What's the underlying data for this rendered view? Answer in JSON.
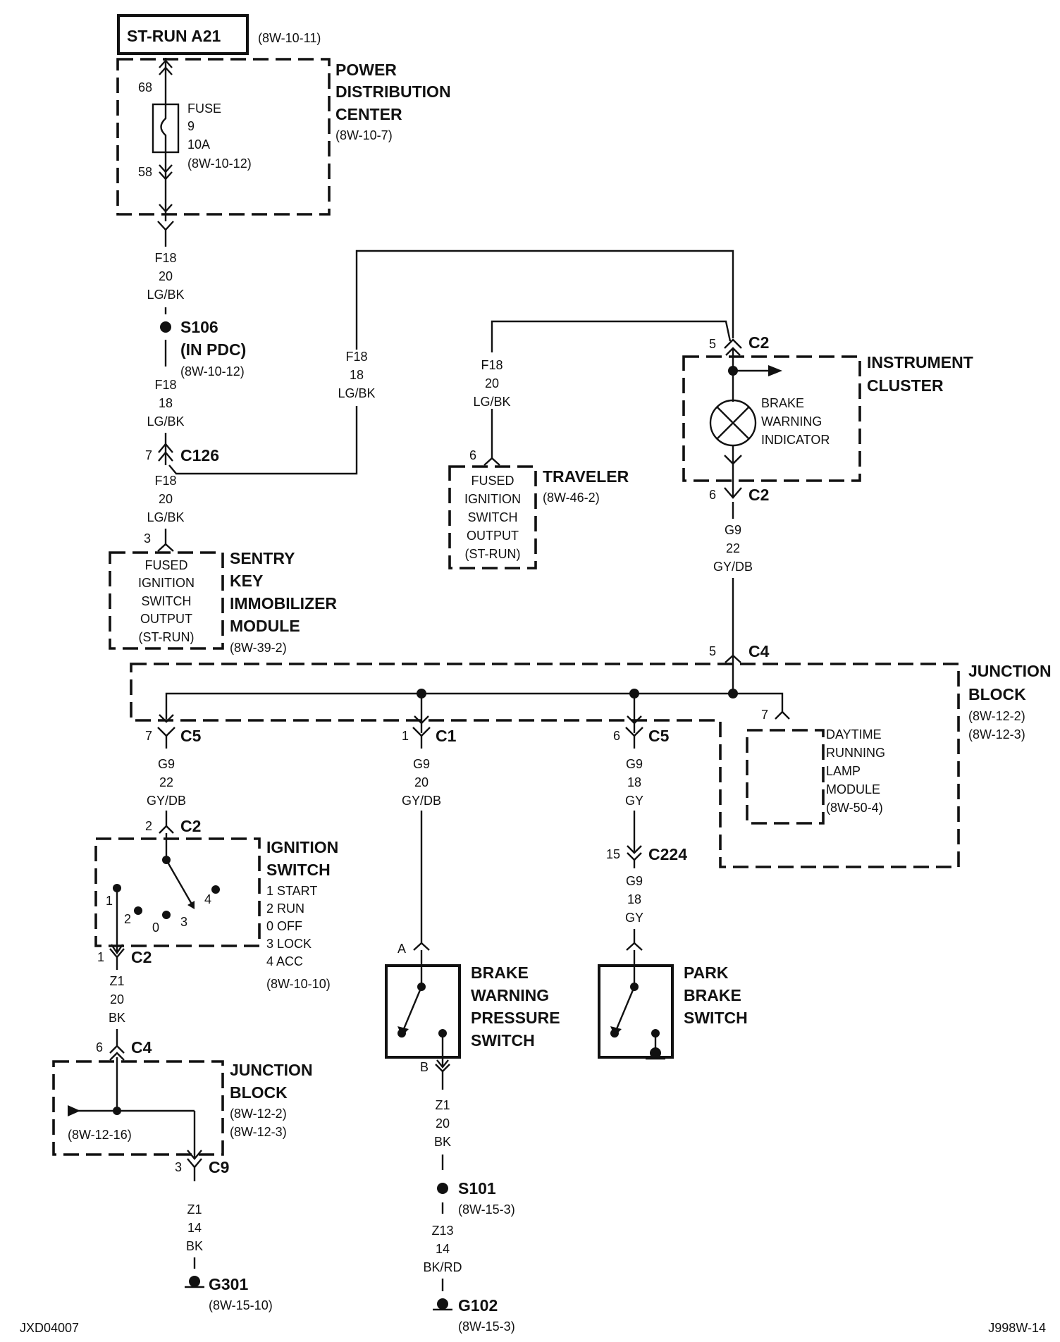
{
  "header": {
    "source": "ST-RUN A21",
    "source_ref": "(8W-10-11)"
  },
  "pdc": {
    "title": [
      "POWER",
      "DISTRIBUTION",
      "CENTER"
    ],
    "ref": "(8W-10-7)",
    "fuse": [
      "FUSE",
      "9",
      "10A",
      "(8W-10-12)"
    ],
    "pin_in": "68",
    "pin_out": "58"
  },
  "wire_pdc": [
    "F18",
    "20",
    "LG/BK"
  ],
  "s106": {
    "name": "S106",
    "sub": "(IN PDC)",
    "ref": "(8W-10-12)"
  },
  "wire_s106": [
    "F18",
    "18",
    "LG/BK"
  ],
  "c126": {
    "pin": "7",
    "name": "C126"
  },
  "wire_c126": [
    "F18",
    "20",
    "LG/BK"
  ],
  "skim": {
    "pin": "3",
    "body": [
      "FUSED",
      "IGNITION",
      "SWITCH",
      "OUTPUT",
      "(ST-RUN)"
    ],
    "title": [
      "SENTRY",
      "KEY",
      "IMMOBILIZER",
      "MODULE"
    ],
    "ref": "(8W-39-2)"
  },
  "wire_cluster": [
    "F18",
    "18",
    "LG/BK"
  ],
  "wire_traveler": [
    "F18",
    "20",
    "LG/BK"
  ],
  "traveler": {
    "pin": "6",
    "body": [
      "FUSED",
      "IGNITION",
      "SWITCH",
      "OUTPUT",
      "(ST-RUN)"
    ],
    "title": "TRAVELER",
    "ref": "(8W-46-2)"
  },
  "cluster": {
    "pin_in": "5",
    "conn_in": "C2",
    "title": [
      "INSTRUMENT",
      "CLUSTER"
    ],
    "indicator": [
      "BRAKE",
      "WARNING",
      "INDICATOR"
    ],
    "pin_out": "6",
    "conn_out": "C2"
  },
  "wire_cluster_out": [
    "G9",
    "22",
    "GY/DB"
  ],
  "jb_c4": {
    "pin": "5",
    "name": "C4"
  },
  "junction_block": {
    "title": [
      "JUNCTION",
      "BLOCK"
    ],
    "refs": [
      "(8W-12-2)",
      "(8W-12-3)"
    ]
  },
  "drl": {
    "pin": "7",
    "body": [
      "DAYTIME",
      "RUNNING",
      "LAMP",
      "MODULE",
      "(8W-50-4)"
    ]
  },
  "jb_c5_7": {
    "pin": "7",
    "name": "C5"
  },
  "jb_c1_1": {
    "pin": "1",
    "name": "C1"
  },
  "jb_c5_6": {
    "pin": "6",
    "name": "C5"
  },
  "wire_ign": [
    "G9",
    "22",
    "GY/DB"
  ],
  "wire_bwps": [
    "G9",
    "20",
    "GY/DB"
  ],
  "wire_park1": [
    "G9",
    "18",
    "GY"
  ],
  "c224": {
    "pin": "15",
    "name": "C224"
  },
  "wire_park2": [
    "G9",
    "18",
    "GY"
  ],
  "ignition": {
    "pin_top": "2",
    "conn_top": "C2",
    "title": [
      "IGNITION",
      "SWITCH"
    ],
    "positions": [
      "1 START",
      "2 RUN",
      "0 OFF",
      "3 LOCK",
      "4 ACC"
    ],
    "ref": "(8W-10-10)",
    "pin_bottom": "1",
    "conn_bottom": "C2",
    "contacts": {
      "p1": "1",
      "p2": "2",
      "p0": "0",
      "p3": "3",
      "p4": "4"
    }
  },
  "wire_ign_out": [
    "Z1",
    "20",
    "BK"
  ],
  "jb2": {
    "pin_top": "6",
    "conn_top": "C4",
    "title": [
      "JUNCTION",
      "BLOCK"
    ],
    "refs": [
      "(8W-12-2)",
      "(8W-12-3)"
    ],
    "inner_ref": "(8W-12-16)",
    "pin_bottom": "3",
    "conn_bottom": "C9"
  },
  "wire_jb2_out": [
    "Z1",
    "14",
    "BK"
  ],
  "g301": {
    "name": "G301",
    "ref": "(8W-15-10)"
  },
  "bwps": {
    "pin_a": "A",
    "pin_b": "B",
    "title": [
      "BRAKE",
      "WARNING",
      "PRESSURE",
      "SWITCH"
    ]
  },
  "wire_bwps_out": [
    "Z1",
    "20",
    "BK"
  ],
  "s101": {
    "name": "S101",
    "ref": "(8W-15-3)"
  },
  "wire_s101_out": [
    "Z13",
    "14",
    "BK/RD"
  ],
  "g102": {
    "name": "G102",
    "ref": "(8W-15-3)"
  },
  "park": {
    "title": [
      "PARK",
      "BRAKE",
      "SWITCH"
    ]
  },
  "footer": {
    "left": "JXD04007",
    "right": "J998W-14"
  }
}
